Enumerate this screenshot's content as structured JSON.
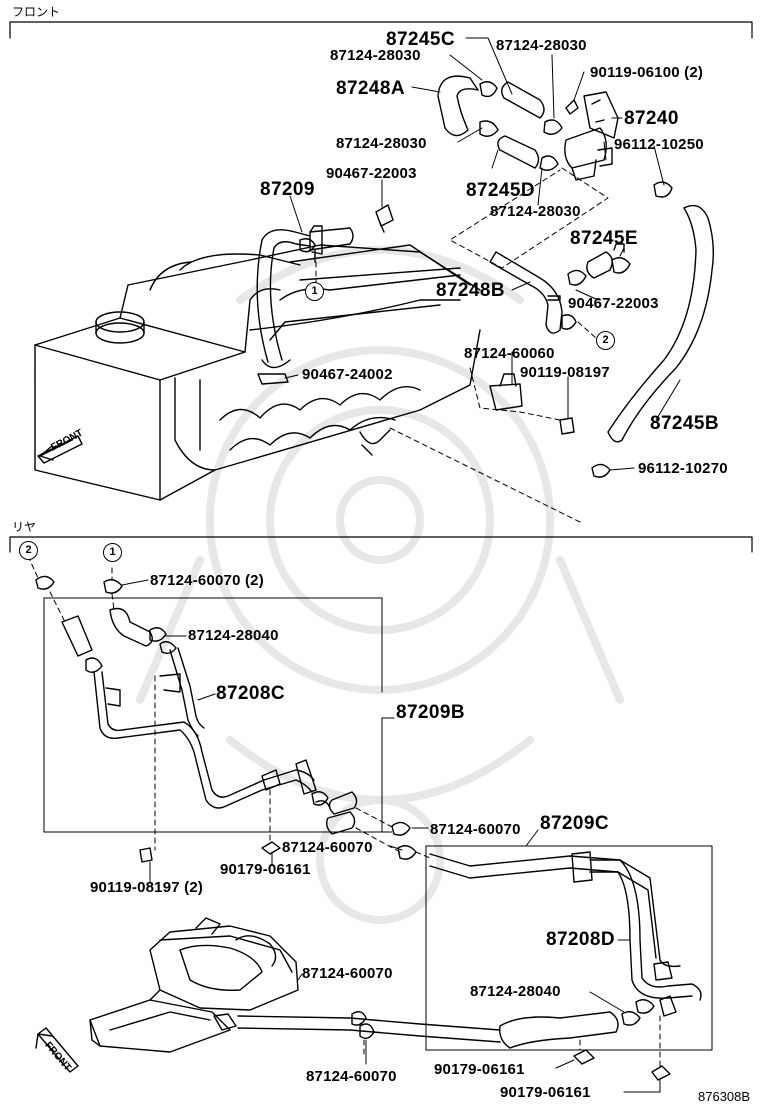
{
  "sections": {
    "front": "フロント",
    "rear": "リヤ"
  },
  "front_marker": "FRONT",
  "figure_code": "876308B",
  "callouts": [
    "1",
    "2"
  ],
  "labels": {
    "l87245C": "87245C",
    "l87124_28030_a": "87124-28030",
    "l87124_28030_b": "87124-28030",
    "l87124_28030_c": "87124-28030",
    "l87124_28030_d": "87124-28030",
    "l90119_06100": "90119-06100 (2)",
    "l87248A": "87248A",
    "l87240": "87240",
    "l96112_10250": "96112-10250",
    "l90467_22003_a": "90467-22003",
    "l87245D": "87245D",
    "l87209": "87209",
    "l87245E": "87245E",
    "l87248B": "87248B",
    "l90467_22003_b": "90467-22003",
    "l87124_60060": "87124-60060",
    "l90119_08197": "90119-08197",
    "l90467_24002": "90467-24002",
    "l87245B": "87245B",
    "l96112_10270": "96112-10270",
    "l87124_60070_2": "87124-60070 (2)",
    "l87124_28040_a": "87124-28040",
    "l87208C": "87208C",
    "l87209B": "87209B",
    "l87124_60070_a": "87124-60070",
    "l87209C": "87209C",
    "l87124_60070_b": "87124-60070",
    "l90179_06161_a": "90179-06161",
    "l90119_08197_2": "90119-08197 (2)",
    "l87208D": "87208D",
    "l87124_60070_c": "87124-60070",
    "l87124_28040_b": "87124-28040",
    "l87124_60070_d": "87124-60070",
    "l90179_06161_b": "90179-06161",
    "l90179_06161_c": "90179-06161"
  }
}
